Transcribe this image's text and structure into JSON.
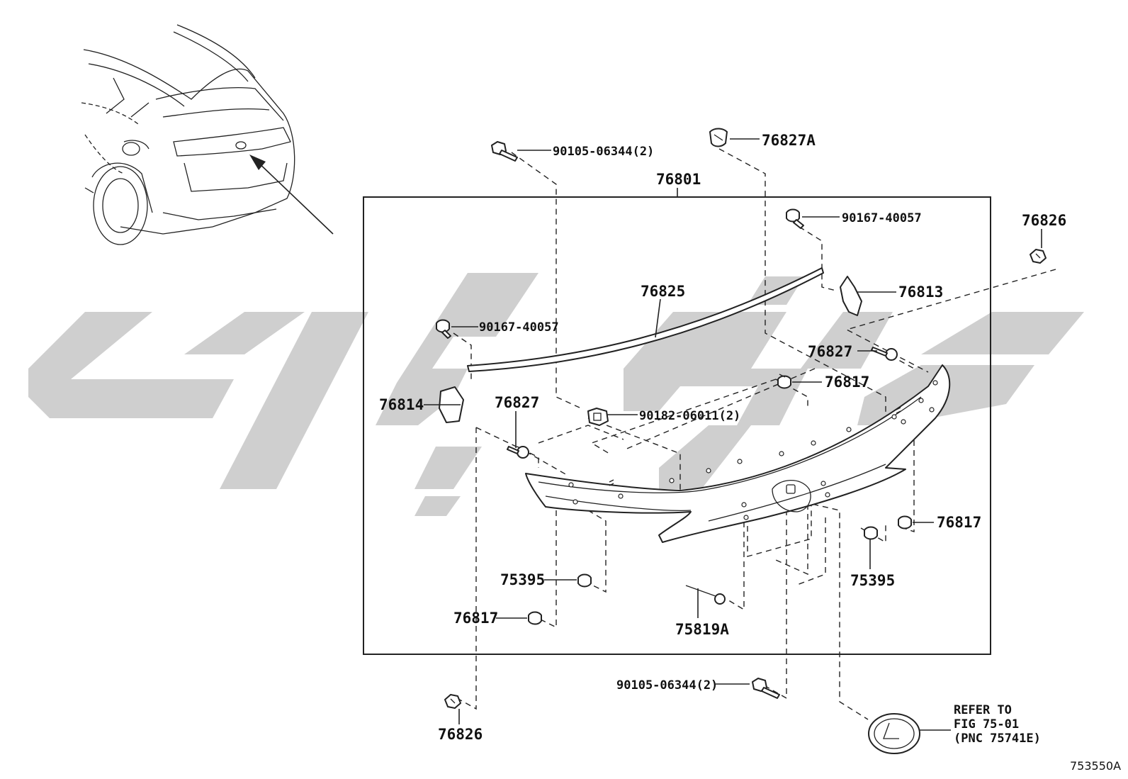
{
  "diagram_code": "753550A",
  "assembly_label": "76801",
  "part_labels": {
    "bolt_top": "90105-06344(2)",
    "clip_top": "76827A",
    "assembly": "76801",
    "screw_right_top": "90167-40057",
    "cap_far_right_top": "76826",
    "molding": "76825",
    "bracket_right": "76813",
    "screw_left": "90167-40057",
    "clip_right_upper": "76827",
    "clip_center": "76817",
    "bracket_left": "76814",
    "clip_left": "76827",
    "nut_center": "90182-06011(2)",
    "clip_right_lower": "76817",
    "clip_right_bottom": "75395",
    "clip_left_lower": "75395",
    "clip_left_bottom": "76817",
    "lamp_center": "75819A",
    "bolt_bottom": "90105-06344(2)",
    "cap_bottom_left": "76826"
  },
  "refer_note": {
    "line1": "REFER TO",
    "line2": "FIG 75-01",
    "line3": "(PNC 75741E)"
  },
  "watermark_color": "#cfcfcf",
  "line_color": "#222222"
}
